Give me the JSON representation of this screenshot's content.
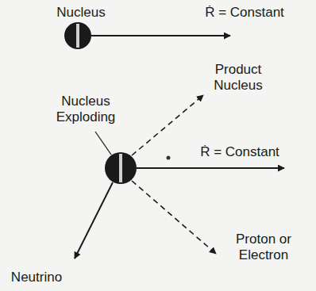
{
  "diagram": {
    "labels": [
      "Nucleus",
      "Ṙ = Constant",
      "Product Nucleus",
      "Nucleus Exploding",
      "Ṙ = Constant",
      "Proton or Electron",
      "Neutrino"
    ]
  }
}
